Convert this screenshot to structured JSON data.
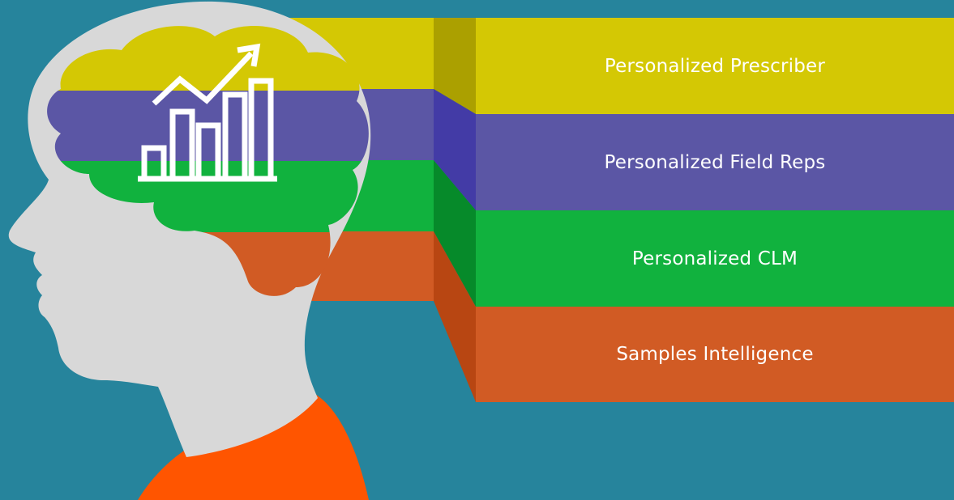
{
  "colors": {
    "background": "#26849c",
    "head": "#d8d8d8",
    "shirt": "#ff5500",
    "icon": "#ffffff"
  },
  "layers": [
    {
      "label": "Personalized Prescriber",
      "color": "#d4c804",
      "side_color": "#aba000"
    },
    {
      "label": "Personalized Field Reps",
      "color": "#5b56a5",
      "side_color": "#433ba6"
    },
    {
      "label": "Personalized CLM",
      "color": "#11b23e",
      "side_color": "#068a2a"
    },
    {
      "label": "Samples Intelligence",
      "color": "#d15b24",
      "side_color": "#b84612"
    }
  ],
  "icons": {
    "brain_chart": "growth-chart-icon"
  }
}
